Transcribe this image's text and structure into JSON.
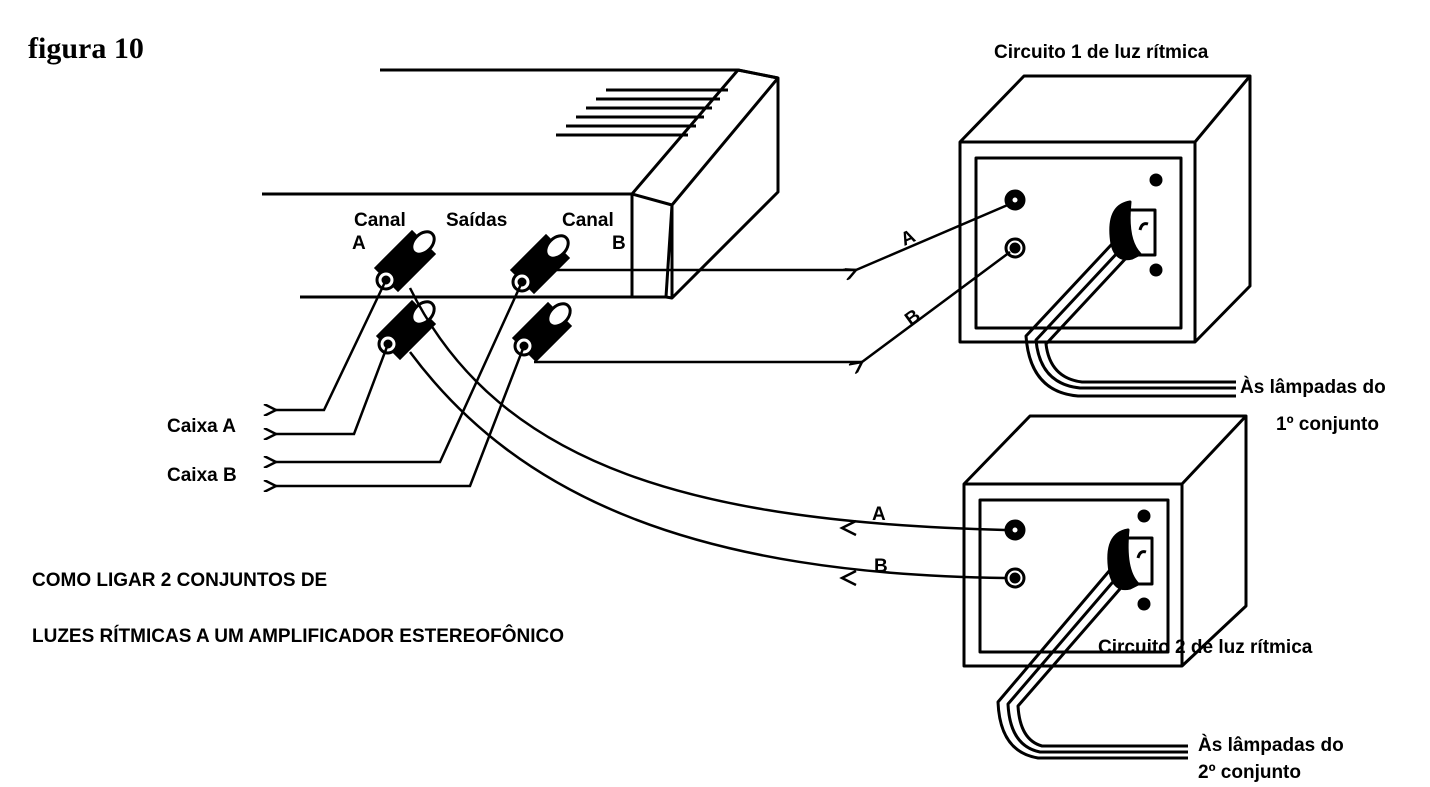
{
  "figure": {
    "label": "figura 10"
  },
  "amplifier": {
    "channel_a": [
      "Canal",
      "A"
    ],
    "outputs": "Saídas",
    "channel_b": [
      "Canal",
      "B"
    ]
  },
  "speakers": {
    "caixa_a": "Caixa A",
    "caixa_b": "Caixa B"
  },
  "circuit1": {
    "title": "Circuito 1 de luz rítmica",
    "wire_a": "A",
    "wire_b": "B",
    "lamps": [
      "Às lâmpadas do",
      "1º conjunto"
    ]
  },
  "circuit2": {
    "title": "Circuito 2 de luz rítmica",
    "wire_a": "A",
    "wire_b": "B",
    "lamps": [
      "Às lâmpadas do",
      "2º conjunto"
    ]
  },
  "caption": {
    "line1": "COMO LIGAR 2 CONJUNTOS DE",
    "line2": "LUZES RÍTMICAS A UM AMPLIFICADOR  ESTEREOFÔNICO"
  }
}
